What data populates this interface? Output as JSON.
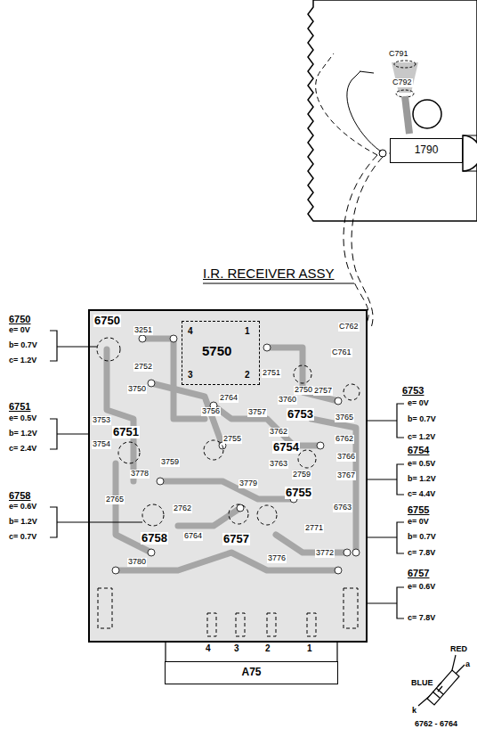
{
  "diagram": {
    "nodes": [
      {
        "text": [
          "1790"
        ]
      },
      {
        "text": [
          "5750",
          "4",
          "1",
          "3",
          "2"
        ]
      },
      {
        "text": [
          "A75"
        ]
      }
    ],
    "labels": [
      "I.R. RECEIVER ASSY",
      "C791",
      "C792",
      "6750",
      "e= 0V",
      "b= 0.7V",
      "c= 1.2V",
      "6751",
      "e= 0.5V",
      "b= 1.2V",
      "c= 2.4V",
      "6758",
      "e= 0.6V",
      "b= 1.2V",
      "c= 0.7V",
      "6753",
      "e= 0V",
      "b= 0.7V",
      "c= 1.2V",
      "6754",
      "e= 0.5V",
      "b= 1.2V",
      "c= 4.4V",
      "6755",
      "e= 0V",
      "b= 0.7V",
      "c= 7.8V",
      "6757",
      "e= 0.6V",
      "c= 7.8V",
      "RED",
      "BLUE",
      "a",
      "k",
      "6762 - 6764",
      "6750",
      "3251",
      "2752",
      "3750",
      "2751",
      "2750",
      "C762",
      "C761",
      "2764",
      "3760",
      "2757",
      "3756",
      "3757",
      "6753",
      "3765",
      "3762",
      "2755",
      "6754",
      "6762",
      "3753",
      "6751",
      "3754",
      "3759",
      "3766",
      "3763",
      "2759",
      "3767",
      "3778",
      "3779",
      "2765",
      "6755",
      "6763",
      "2762",
      "2771",
      "6758",
      "6764",
      "6757",
      "3780",
      "3776",
      "3772",
      "4",
      "3",
      "2",
      "1"
    ]
  }
}
